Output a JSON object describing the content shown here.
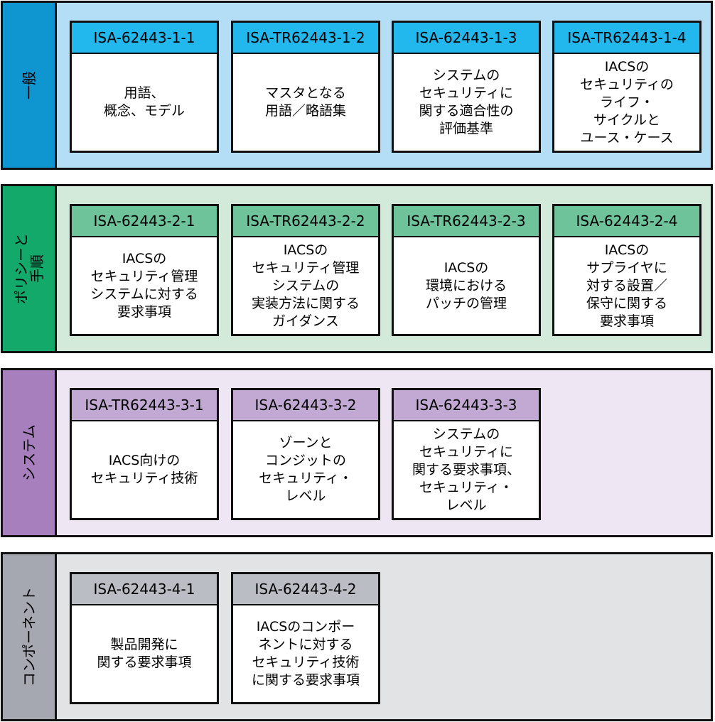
{
  "colors": {
    "general": {
      "label": "#0f95cf",
      "band": "#b4def6",
      "head": "#22b7ed"
    },
    "policy": {
      "label": "#12a96b",
      "band": "#d3eadb",
      "head": "#6ec39b"
    },
    "system": {
      "label": "#a77fbd",
      "band": "#eee6f3",
      "head": "#c2a9d3"
    },
    "component": {
      "label": "#a5a7b1",
      "band": "#e2e3e5",
      "head": "#bbbdc4"
    }
  },
  "bands": [
    {
      "key": "general",
      "label": "一般",
      "cards": [
        {
          "id": "ISA-62443-1-1",
          "desc": "用語、\n概念、モデル"
        },
        {
          "id": "ISA-TR62443-1-2",
          "desc": "マスタとなる\n用語／略語集"
        },
        {
          "id": "ISA-62443-1-3",
          "desc": "システムの\nセキュリティに\n関する適合性の\n評価基準"
        },
        {
          "id": "ISA-TR62443-1-4",
          "desc": "IACSの\nセキュリティの\nライフ・\nサイクルと\nユース・ケース"
        }
      ]
    },
    {
      "key": "policy",
      "label": "ポリシーと\n手順",
      "cards": [
        {
          "id": "ISA-62443-2-1",
          "desc": "IACSの\nセキュリティ管理\nシステムに対する\n要求事項"
        },
        {
          "id": "ISA-TR62443-2-2",
          "desc": "IACSの\nセキュリティ管理\nシステムの\n実装方法に関する\nガイダンス"
        },
        {
          "id": "ISA-TR62443-2-3",
          "desc": "IACSの\n環境における\nパッチの管理"
        },
        {
          "id": "ISA-62443-2-4",
          "desc": "IACSの\nサプライヤに\n対する設置／\n保守に関する\n要求事項"
        }
      ]
    },
    {
      "key": "system",
      "label": "システム",
      "cards": [
        {
          "id": "ISA-TR62443-3-1",
          "desc": "IACS向けの\nセキュリティ技術"
        },
        {
          "id": "ISA-62443-3-2",
          "desc": "ゾーンと\nコンジットの\nセキュリティ・\nレベル"
        },
        {
          "id": "ISA-62443-3-3",
          "desc": "システムの\nセキュリティに\n関する要求事項、\nセキュリティ・\nレベル"
        }
      ]
    },
    {
      "key": "component",
      "label": "コンポーネント",
      "cards": [
        {
          "id": "ISA-62443-4-1",
          "desc": "製品開発に\n関する要求事項"
        },
        {
          "id": "ISA-62443-4-2",
          "desc": "IACSのコンポー\nネントに対する\nセキュリティ技術\nに関する要求事項"
        }
      ]
    }
  ]
}
